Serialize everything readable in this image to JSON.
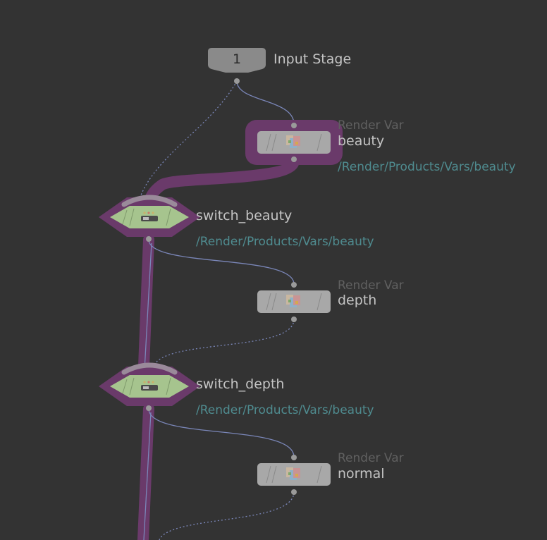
{
  "input_stage": {
    "index": "1",
    "label": "Input Stage"
  },
  "nodes": [
    {
      "id": "rv_beauty",
      "type_label": "Render Var",
      "name": "beauty",
      "path": "/Render/Products/Vars/beauty"
    },
    {
      "id": "switch_beauty",
      "name": "switch_beauty",
      "path": "/Render/Products/Vars/beauty"
    },
    {
      "id": "rv_depth",
      "type_label": "Render Var",
      "name": "depth"
    },
    {
      "id": "switch_depth",
      "name": "switch_depth",
      "path": "/Render/Products/Vars/beauty"
    },
    {
      "id": "rv_normal",
      "type_label": "Render Var",
      "name": "normal"
    }
  ],
  "colors": {
    "background": "#333333",
    "highlight": "#6a3a6a",
    "switch_node": "#a6c48e",
    "wire": "#7a86b8",
    "path_text": "#4f8b8f"
  }
}
